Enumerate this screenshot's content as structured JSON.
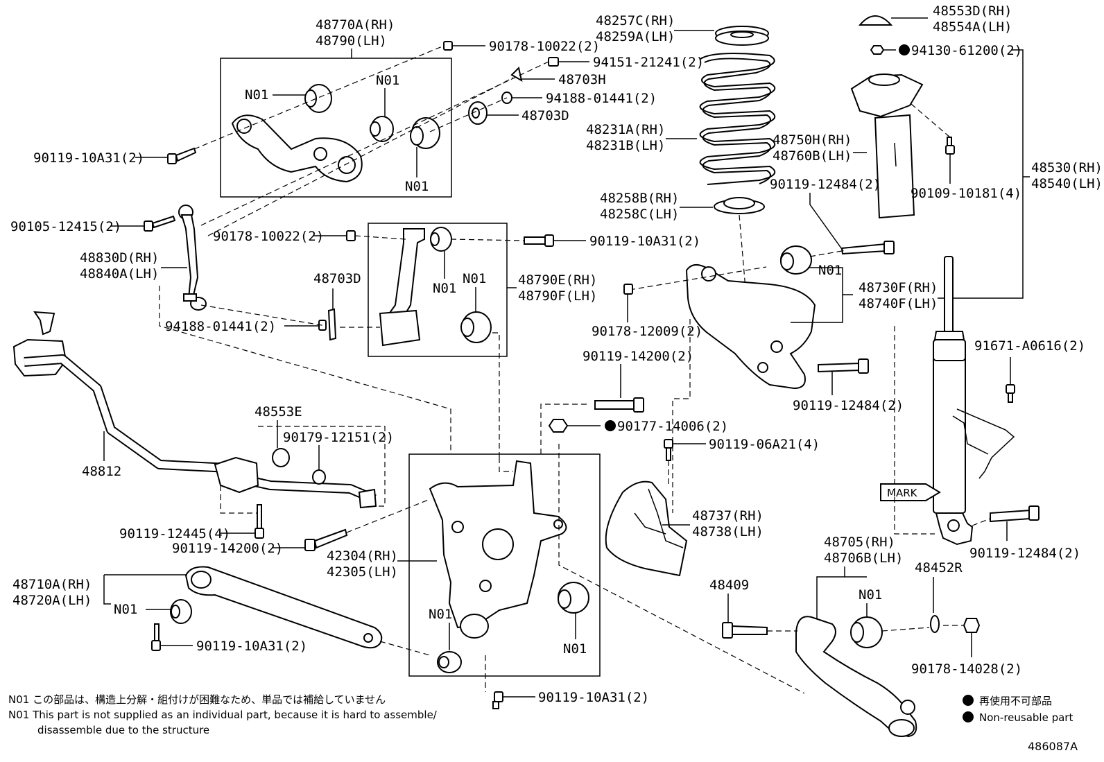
{
  "labels": {
    "upper_arm_rh": "48770A(RH)",
    "upper_arm_lh": "48790(LH)",
    "b_90178_10022_top": "90178-10022(2)",
    "b_94151_21241": "94151-21241(2)",
    "p_48703H": "48703H",
    "b_94188_01441_top": "94188-01441(2)",
    "p_48703D_top": "48703D",
    "n01_a": "N01",
    "n01_b": "N01",
    "n01_c": "N01",
    "b_90119_10A31_top": "90119-10A31(2)",
    "b_90105_12415": "90105-12415(2)",
    "link_rh": "48830D(RH)",
    "link_lh": "48840A(LH)",
    "b_90178_10022_mid": "90178-10022(2)",
    "b_90119_10A31_mid": "90119-10A31(2)",
    "n01_d": "N01",
    "n01_e": "N01",
    "toe_arm_rh": "48790E(RH)",
    "toe_arm_lh": "48790F(LH)",
    "p_48703D_mid": "48703D",
    "b_94188_01441_mid": "94188-01441(2)",
    "stab_bar": "48812",
    "stab_bush": "48553E",
    "b_90179_12151": "90179-12151(2)",
    "b_90119_12445": "90119-12445(4)",
    "b_90119_14200_left": "90119-14200(2)",
    "arm_rear_rh": "48710A(RH)",
    "arm_rear_lh": "48720A(LH)",
    "n01_f": "N01",
    "b_90119_10A31_low": "90119-10A31(2)",
    "seat_top_rh": "48257C(RH)",
    "seat_top_lh": "48259A(LH)",
    "spring_rh": "48231A(RH)",
    "spring_lh": "48231B(LH)",
    "mount_rh": "48750H(RH)",
    "mount_lh": "48760B(LH)",
    "seat_low_rh": "48258B(RH)",
    "seat_low_lh": "48258C(LH)",
    "b_90119_12484_a": "90119-12484(2)",
    "n01_g": "N01",
    "lower_arm_rh": "48730F(RH)",
    "lower_arm_lh": "48740F(LH)",
    "b_90178_12009": "90178-12009(2)",
    "b_90119_14200_mid": "90119-14200(2)",
    "b_90119_12484_b": "90119-12484(2)",
    "b_90177_14006": "90177-14006(2)",
    "b_90119_06A21": "90119-06A21(4)",
    "knuckle_rh": "42304(RH)",
    "knuckle_lh": "42305(LH)",
    "n01_h": "N01",
    "n01_i": "N01",
    "b_90119_10A31_bottom": "90119-10A31(2)",
    "cover_rh": "48737(RH)",
    "cover_lh": "48738(LH)",
    "cap_rh": "48553D(RH)",
    "cap_lh": "48554A(LH)",
    "nut_94130": "94130-61200(2)",
    "b_90109_10181": "90109-10181(4)",
    "shock_rh": "48530(RH)",
    "shock_lh": "48540(LH)",
    "b_91671_A0616": "91671-A0616(2)",
    "mark": "MARK",
    "b_90119_12484_c": "90119-12484(2)",
    "arm_low2_rh": "48705(RH)",
    "arm_low2_lh": "48706B(LH)",
    "n01_j": "N01",
    "p_48409": "48409",
    "p_48452R": "48452R",
    "b_90178_14028": "90178-14028(2)"
  },
  "notes": {
    "n01_jp": "N01 この部品は、構造上分解・組付けが困難なため、単品では補給していません",
    "n01_en_1": "N01 This part is not supplied as an individual part, because it is hard to assemble/",
    "n01_en_2": "disassemble due to the structure"
  },
  "legend": {
    "jp": "再使用不可部品",
    "en": "Non-reusable part"
  },
  "figure_id": "486087A"
}
